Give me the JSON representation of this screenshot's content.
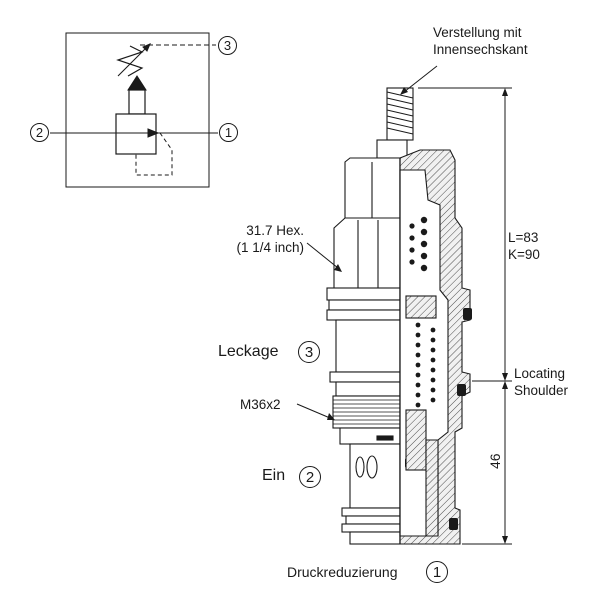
{
  "symbol": {
    "port_1": "1",
    "port_2": "2",
    "port_3": "3"
  },
  "labels": {
    "adjustment_line1": "Verstellung mit",
    "adjustment_line2": "Innensechskant",
    "hex_line1": "31.7 Hex.",
    "hex_line2": "(1 1/4 inch)",
    "leakage": "Leckage",
    "leakage_port": "3",
    "thread": "M36x2",
    "inlet": "Ein",
    "inlet_port": "2",
    "function": "Druckreduzierung",
    "function_port": "1",
    "length_l": "L=83",
    "length_k": "K=90",
    "shoulder_line1": "Locating",
    "shoulder_line2": "Shoulder",
    "dim_46": "46"
  }
}
